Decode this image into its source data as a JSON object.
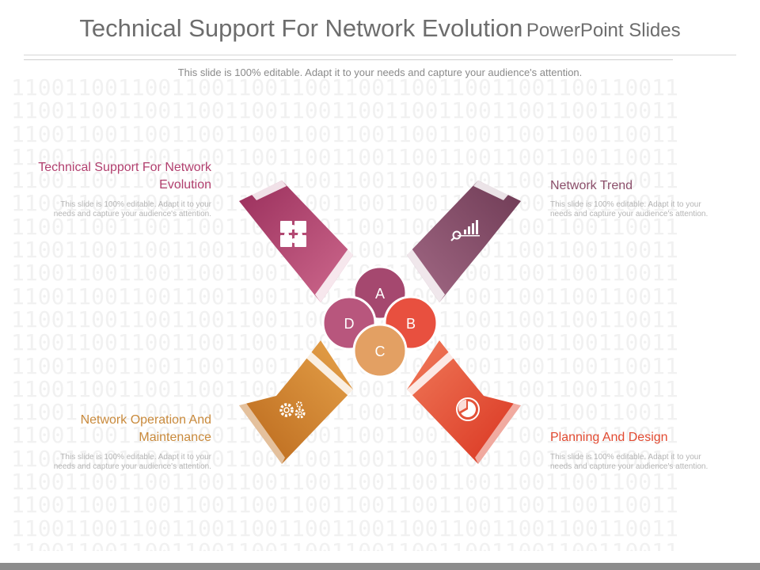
{
  "title": {
    "main": "Technical Support For Network Evolution",
    "sub": "PowerPoint Slides"
  },
  "subtitle": "This slide is 100% editable. Adapt it to your needs and capture your audience's attention.",
  "background_text": "11001100110011001100110011001100110011001100110011",
  "center_circles": [
    {
      "label": "A",
      "color": "#a5486f"
    },
    {
      "label": "B",
      "color": "#e8503f"
    },
    {
      "label": "C",
      "color": "#e3a063"
    },
    {
      "label": "D",
      "color": "#b8567d"
    }
  ],
  "blocks": [
    {
      "heading": "Technical Support For Network Evolution",
      "description": "This slide is 100% editable. Adapt it to your needs and capture your audience's attention.",
      "color": "#b13f6e",
      "icon": "puzzle-icon"
    },
    {
      "heading": "Network Trend",
      "description": "This slide is 100% editable. Adapt it to your needs and capture your audience's attention.",
      "color": "#8b4e6a",
      "icon": "growth-chart-icon"
    },
    {
      "heading": "Network Operation And Maintenance",
      "description": "This slide is 100% editable. Adapt it to your needs and capture your audience's attention.",
      "color": "#c97a25",
      "icon": "gears-icon"
    },
    {
      "heading": "Planning And Design",
      "description": "This slide is 100% editable. Adapt it to your needs and capture your audience's attention.",
      "color": "#e44a32",
      "icon": "pie-chart-icon"
    }
  ],
  "colors": {
    "heading_top_left": "#b13f6e",
    "heading_top_right": "#8b4e6a",
    "heading_bottom_left": "#c98a3c",
    "heading_bottom_right": "#e24b32"
  }
}
